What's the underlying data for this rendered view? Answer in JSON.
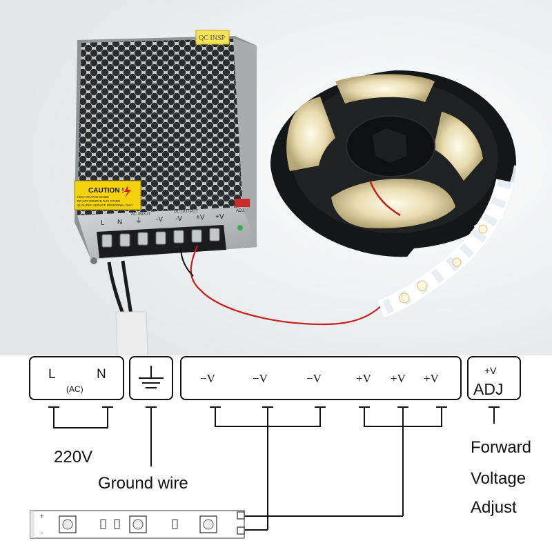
{
  "photo": {
    "psu_sticker": "QC INSP",
    "caution_title": "CAUTION !",
    "caution_lines": [
      "HIGH VOLTAGE INSIDE",
      "DO NOT REMOVE THIS COVER",
      "QUALIFIED SERVICE PERSONNEL ONLY"
    ],
    "terminal_labels": [
      "L",
      "N",
      "⏚",
      "-V",
      "-V",
      "+V",
      "+V"
    ],
    "section_labels": [
      "AC INPUT",
      "DC OUTPUT"
    ],
    "adj_label": "ADJ."
  },
  "diagram": {
    "ac_box": {
      "l": "L",
      "n": "N",
      "ac": "(AC)"
    },
    "ground_symbol": "⏚",
    "output_terminals": [
      "−V",
      "−V",
      "−V",
      "+V",
      "+V",
      "+V"
    ],
    "adj_box": {
      "top": "+V",
      "bottom": "ADJ"
    },
    "label_220v": "220V",
    "label_ground": "Ground wire",
    "label_forward": "Forward",
    "label_voltage": "Voltage",
    "label_adjust": "Adjust",
    "strip_plus": "+",
    "strip_minus": "-"
  }
}
